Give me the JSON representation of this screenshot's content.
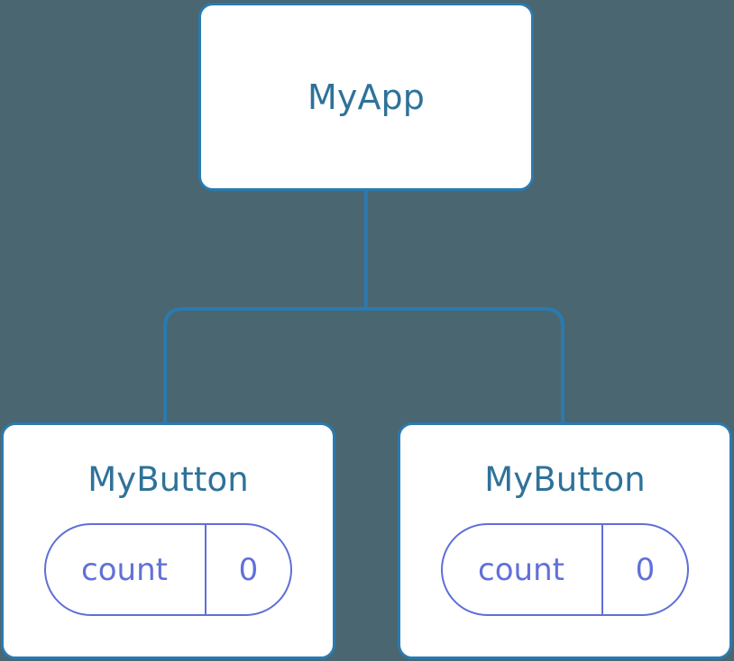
{
  "diagram": {
    "type": "component-tree",
    "background_color": "#4a6670",
    "node_border_color": "#2a7ab0",
    "node_fill_color": "#ffffff",
    "title_text_color": "#2e7299",
    "state_accent_color": "#6170d8",
    "connector_color": "#2a7ab0"
  },
  "root": {
    "label": "MyApp"
  },
  "children": [
    {
      "label": "MyButton",
      "state": {
        "key": "count",
        "value": "0"
      }
    },
    {
      "label": "MyButton",
      "state": {
        "key": "count",
        "value": "0"
      }
    }
  ]
}
